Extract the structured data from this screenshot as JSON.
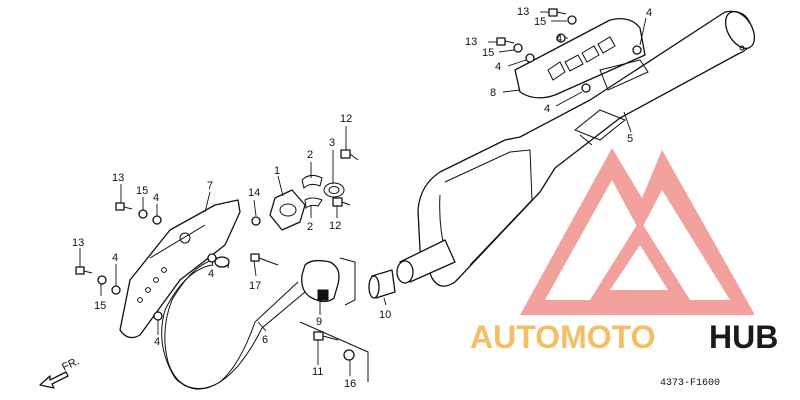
{
  "diagram": {
    "callouts": {
      "c1": "1",
      "c2a": "2",
      "c2b": "2",
      "c3": "3",
      "c4_top": "4",
      "c4_mid_a": "4",
      "c4_mid_b": "4",
      "c4_left_a": "4",
      "c4_left_b": "4",
      "c4_left_c": "4",
      "c4_left_d": "4",
      "c5": "5",
      "c6": "6",
      "c7": "7",
      "c8": "8",
      "c9": "9",
      "c10": "10",
      "c11": "11",
      "c12a": "12",
      "c12b": "12",
      "c13_top_a": "13",
      "c13_top_b": "13",
      "c13_left_a": "13",
      "c13_left_b": "13",
      "c14": "14",
      "c15_top_a": "15",
      "c15_top_b": "15",
      "c15_left_a": "15",
      "c15_left_b": "15",
      "c16": "16",
      "c17": "17"
    },
    "figure_code": "4373-F1600",
    "direction_label": "FR."
  },
  "watermark": {
    "text_part1": "AUTOMOTO",
    "text_part2": "HUB",
    "colors": {
      "logo": "#f08a84",
      "auto_text": "#f5b34a",
      "hub_text": "#1a1a1a"
    }
  }
}
